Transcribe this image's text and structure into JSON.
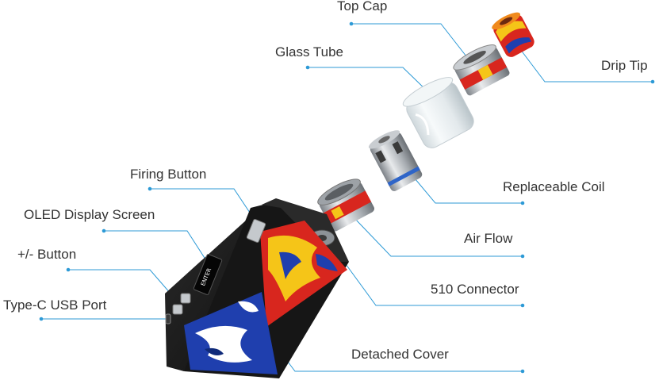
{
  "labels": {
    "top_cap": "Top Cap",
    "glass_tube": "Glass Tube",
    "drip_tip": "Drip Tip",
    "firing_button": "Firing Button",
    "oled_display_screen": "OLED Display Screen",
    "plus_minus_button": "+/- Button",
    "type_c_usb_port": "Type-C USB Port",
    "replaceable_coil": "Replaceable Coil",
    "air_flow": "Air Flow",
    "connector_510": "510 Connector",
    "detached_cover": "Detached Cover"
  },
  "colors": {
    "leader_line": "#2d9ad6",
    "label_text": "#333333",
    "mod_body": "#1b1b1b",
    "resin_red": "#d8261e",
    "resin_yellow": "#f5c518",
    "resin_blue": "#1f3fae",
    "metal": "#b9bdc2",
    "glass": "#e6ecef"
  },
  "device_display_text": "ENTER"
}
